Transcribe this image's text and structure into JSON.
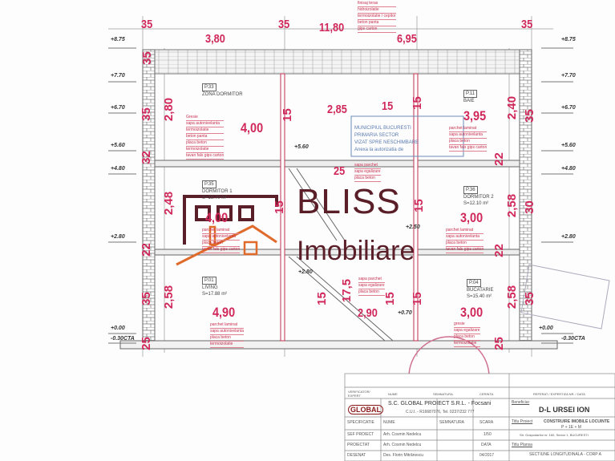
{
  "drawing": {
    "top_dims": [
      "35",
      "3,80",
      "35",
      "11,80",
      "6,95",
      "35"
    ],
    "top_note": [
      "finisaj teras",
      "hidroizolatie",
      "termoizolatie / cepitor",
      "beton panta",
      "gips carton"
    ],
    "left_levels": [
      "+8.75",
      "+7.70",
      "+6.70",
      "+5.60",
      "+4.80",
      "+2.80",
      "+0.00",
      "-0.30CTA"
    ],
    "right_levels": [
      "+8.75",
      "+7.70",
      "+6.70",
      "+5.60",
      "+4.80",
      "+2.80",
      "+0.00",
      "-0.30CTA"
    ],
    "left_dims": [
      "35",
      "2,80",
      "35",
      "32",
      "2,48",
      "22",
      "2,58",
      "35",
      "25"
    ],
    "right_dims": [
      "2,40",
      "35",
      "22",
      "2,58",
      "30",
      "22",
      "2,58",
      "35",
      "25"
    ],
    "center_dims": [
      "15",
      "2,85",
      "15",
      "25",
      "15",
      "15",
      "15",
      "17,5",
      "2,90",
      "15",
      "15",
      "15"
    ],
    "center_levels": [
      "+5.60",
      "+2.80",
      "+2.50",
      "+0.70"
    ],
    "room_widths": [
      "4,00",
      "4,00",
      "4,90",
      "3,95",
      "3,00",
      "3,00"
    ],
    "rooms": [
      {
        "tag": "P.33",
        "name": "ZONA DORMITOR",
        "area": ""
      },
      {
        "tag": "P.35",
        "name": "DORMITOR 1",
        "area": "S=15.70 m²"
      },
      {
        "tag": "P.01",
        "name": "LIVING",
        "area": "S=17.88 m²"
      },
      {
        "tag": "P.11",
        "name": "BAIE",
        "area": ""
      },
      {
        "tag": "P.36",
        "name": "DORMITOR 2",
        "area": "S=12.10 m²"
      },
      {
        "tag": "P.04",
        "name": "BUCATARIE",
        "area": "S=15.40 m²"
      }
    ],
    "notes": {
      "upper": [
        "Gresie",
        "sapa autonivelanta",
        "termoizolatie",
        "beton panta",
        "placa beton",
        "termoizolatie",
        "tavan fals gips carton"
      ],
      "mid": [
        "parchet laminat",
        "sapa autonivelanta",
        "placa beton",
        "tavan fals gips carton"
      ],
      "lower": [
        "parchet laminat",
        "sapa autonivelanta",
        "placa beton",
        "termoizolatie"
      ],
      "stair": [
        "sapa parchet",
        "sapa egalizare",
        "placa beton"
      ],
      "kitchen": [
        "gresie",
        "sapa egalizare",
        "placa beton",
        "termoizolatie"
      ]
    }
  },
  "stamp": {
    "lines": [
      "MUNICIPIUL BUCURESTI",
      "PRIMARIA SECTOR",
      "VIZAT SPRE NESCHIMBARE",
      "Anexa la autorizatia de"
    ]
  },
  "watermark": {
    "title": "BLISS",
    "subtitle": "Imobiliare",
    "colors": {
      "dark": "#5a1e28",
      "accent": "#e06a2a"
    }
  },
  "title_block": {
    "header": [
      "VERIFICATOR/ EXPERT",
      "NUME",
      "SEMNATURA",
      "CERINTA",
      "REFERAT / EXPERTIZA NR. / DATA"
    ],
    "company": "S.C. GLOBAL PROIECT S.R.L. - Focsani",
    "company_sub": "C.U.I. - R16687076, Tel. 0237/232 777",
    "logo": "GLOBAL",
    "beneficiar_label": "Beneficiar",
    "beneficiar": "D-L URSEI ION",
    "cols": [
      "SPECIFICATIE",
      "NUME",
      "SEMNATURA",
      "SCARA"
    ],
    "rows": [
      {
        "role": "SEF PROIECT",
        "name": "Arh. Cosmin Nedelcu",
        "extra": "1/50"
      },
      {
        "role": "PROIECTAT",
        "name": "Arh. Cosmin Nedelcu",
        "extra": "DATA"
      },
      {
        "role": "DESENAT",
        "name": "Des. Florin Mitrănescu",
        "extra": "04/2017"
      }
    ],
    "proiect_label": "Titlu Proiect",
    "proiect": "CONSTRUIRE IMOBILE LOCUINTE",
    "proiect_sub": "P + 1E + M",
    "proiect_addr": "Str. Gospodarilor nr. 160, Sector 1, BUCURESTI",
    "plansa_label": "Titlu Plansa",
    "plansa": "SECTIUNE LONGITUDINALA - CORP A"
  }
}
